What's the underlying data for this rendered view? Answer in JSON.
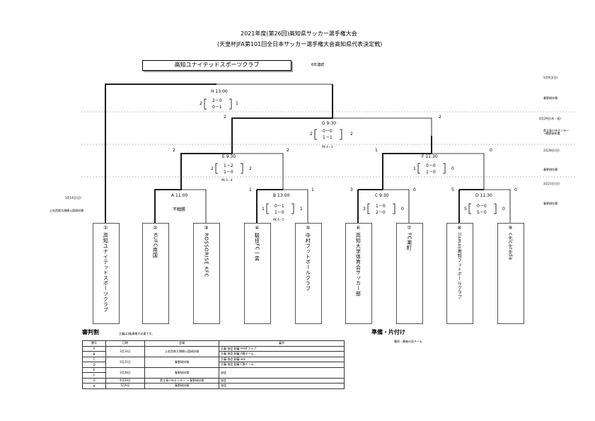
{
  "header": {
    "title_line1": "2021年度(第26回)高知県サッカー選手権大会",
    "title_line2": "(天皇杯JFA第101回全日本サッカー選手権大会高知県代表決定戦)"
  },
  "champion": {
    "name": "高知ユナイテッドスポーツクラブ",
    "note": "6年連続"
  },
  "schedule": [
    {
      "date": "5月9日(日)",
      "venue": "春野球技場"
    },
    {
      "date": "4月29日(木・祝)",
      "venue": "県立青少年センター\n→春野球技場"
    },
    {
      "date": "3月28日(日)",
      "venue": "春野球技場"
    },
    {
      "date": "3月21日(日)",
      "venue": "春野球技場"
    }
  ],
  "left_schedule": {
    "date": "3月14日(日)",
    "venue": "土佐西南大規模公園球技場"
  },
  "matches": {
    "H": {
      "label": "H 13:00",
      "left": "2",
      "right": "1",
      "s1": "2－0",
      "s2": "0－1",
      "pk": ""
    },
    "G": {
      "label": "G 9:30",
      "left": "2",
      "right": "2",
      "s1": "0－0",
      "s2": "1－1",
      "pk": "PK 4－3",
      "top_left": "2",
      "top_right": "2"
    },
    "E": {
      "label": "E 9:30",
      "left": "2",
      "right": "2",
      "s1": "1－2",
      "s2": "1－0",
      "pk": "PK 5－4",
      "top_left": "2",
      "top_right": "2"
    },
    "F": {
      "label": "F 11:30",
      "left": "1",
      "right": "0",
      "s1": "0－0",
      "s2": "1－0",
      "pk": "",
      "top_left": "1",
      "top_right": "0"
    },
    "A": {
      "label": "A 11:00",
      "note": "不戦勝"
    },
    "B": {
      "label": "B 13:00",
      "left": "1",
      "right": "1",
      "s1": "0－1",
      "s2": "1－0",
      "pk": "PK 4－2",
      "top_left": "1",
      "top_right": "1"
    },
    "C": {
      "label": "C 9:30",
      "left": "3",
      "right": "0",
      "s1": "1－0",
      "s2": "2－0",
      "pk": "",
      "top_left": "3",
      "top_right": "0"
    },
    "D": {
      "label": "D 11:30",
      "left": "5",
      "right": "0",
      "s1": "0－0",
      "s2": "5－0",
      "pk": "",
      "top_left": "5",
      "top_right": "0"
    }
  },
  "teams": [
    {
      "num": "①",
      "name": "高知ユナイテッドスポーツクラブ"
    },
    {
      "num": "②",
      "name": "KUFC南国"
    },
    {
      "num": "③",
      "name": "ROSSORISE KFC"
    },
    {
      "num": "④",
      "name": "駿技FC一宮"
    },
    {
      "num": "⑤",
      "name": "中村フットボールクラブ"
    },
    {
      "num": "⑥",
      "name": "高知大学体育会サッカー部"
    },
    {
      "num": "⑦",
      "name": "FC潮町"
    },
    {
      "num": "⑧",
      "name": "llamas高知フットボールクラブ"
    },
    {
      "num": "⑨",
      "name": "calcarada"
    }
  ],
  "referee": {
    "title": "審判割",
    "note": "主審は3級資格が必要です。",
    "headers": [
      "番号",
      "日時",
      "会場",
      "審判"
    ],
    "rows": [
      {
        "no": "A",
        "date": "3月14日",
        "venue": "土佐西南大規模公園球技場",
        "ref": "主審:協会 副審:中村Fクラブ"
      },
      {
        "no": "B",
        "date": "",
        "venue": "",
        "ref": "主審:協会 副審:A勝チーム"
      },
      {
        "no": "C",
        "date": "3月21日",
        "venue": "春野球技場",
        "ref": "主審:協会 副審:⑧⑨"
      },
      {
        "no": "D",
        "date": "",
        "venue": "",
        "ref": "主審:協会 副審:C勝チーム"
      },
      {
        "no": "E",
        "date": "3月28日",
        "venue": "春野球技場",
        "ref": "協会"
      },
      {
        "no": "F",
        "date": "",
        "venue": "",
        "ref": ""
      },
      {
        "no": "G",
        "date": "4月29日",
        "venue": "県立青少年センター → 春野球技場",
        "ref": "協会"
      },
      {
        "no": "H",
        "date": "5月9日",
        "venue": "春野球技場",
        "ref": "協会"
      }
    ]
  },
  "prep": {
    "title": "準備・片付け",
    "note": "最初・最後の両チーム"
  }
}
